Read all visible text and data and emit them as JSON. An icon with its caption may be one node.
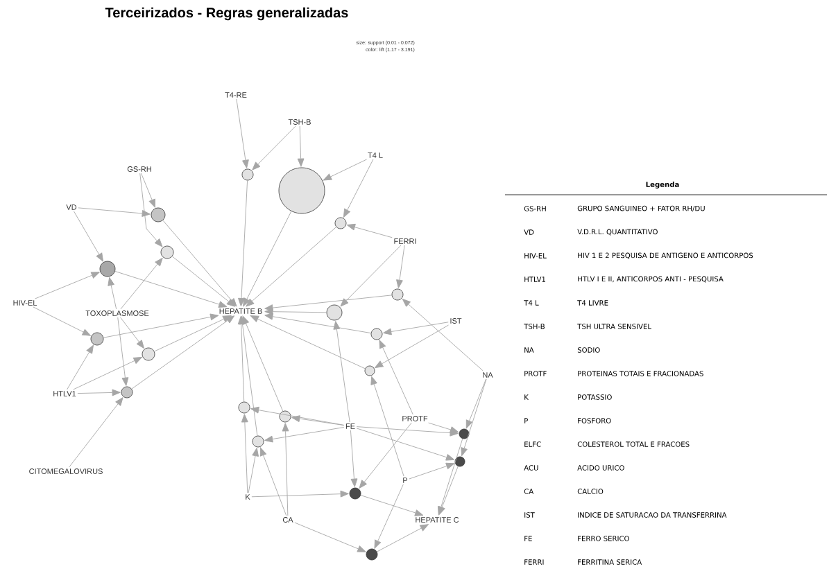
{
  "diagram": {
    "title": "Terceirizados - Regras generalizadas",
    "nodes": [
      {
        "text": [
          "T4-RE"
        ]
      },
      {
        "text": [
          "TSH-B"
        ]
      },
      {
        "text": [
          "T4 L"
        ]
      },
      {
        "text": [
          "GS-RH"
        ]
      },
      {
        "text": [
          "VD"
        ]
      },
      {
        "text": [
          "FERRI"
        ]
      },
      {
        "text": [
          "HIV-EL"
        ]
      },
      {
        "text": [
          "TOXOPLASMOSE"
        ]
      },
      {
        "text": [
          "HEPATITE B"
        ]
      },
      {
        "text": [
          "IST"
        ]
      },
      {
        "text": [
          "HTLV1"
        ]
      },
      {
        "text": [
          "NA"
        ]
      },
      {
        "text": [
          "PROTF"
        ]
      },
      {
        "text": [
          "FE"
        ]
      },
      {
        "text": [
          "CITOMEGALOVIRUS"
        ]
      },
      {
        "text": [
          "K"
        ]
      },
      {
        "text": [
          "P"
        ]
      },
      {
        "text": [
          "CA"
        ]
      },
      {
        "text": [
          "HEPATITE C"
        ]
      },
      {
        "text": [],
        "shape": "circle"
      },
      {
        "text": [],
        "shape": "circle"
      },
      {
        "text": [],
        "shape": "circle"
      },
      {
        "text": [],
        "shape": "circle"
      },
      {
        "text": [],
        "shape": "circle"
      },
      {
        "text": [],
        "shape": "circle"
      },
      {
        "text": [],
        "shape": "circle"
      },
      {
        "text": [],
        "shape": "circle"
      },
      {
        "text": [],
        "shape": "circle"
      },
      {
        "text": [],
        "shape": "circle"
      },
      {
        "text": [],
        "shape": "circle"
      },
      {
        "text": [],
        "shape": "circle"
      },
      {
        "text": [],
        "shape": "circle"
      },
      {
        "text": [],
        "shape": "circle"
      },
      {
        "text": [],
        "shape": "circle"
      },
      {
        "text": [],
        "shape": "circle"
      },
      {
        "text": [],
        "shape": "circle"
      },
      {
        "text": [],
        "shape": "circle"
      },
      {
        "text": [],
        "shape": "circle"
      },
      {
        "text": [],
        "shape": "circle"
      }
    ],
    "edges": [
      {
        "from": 0,
        "to": 19,
        "arrow": "to"
      },
      {
        "from": 1,
        "to": 19,
        "arrow": "to"
      },
      {
        "from": 19,
        "to": 8,
        "arrow": "to"
      },
      {
        "from": 1,
        "to": 20,
        "arrow": "to"
      },
      {
        "from": 2,
        "to": 20,
        "arrow": "to"
      },
      {
        "from": 20,
        "to": 8,
        "arrow": "to"
      },
      {
        "from": 2,
        "to": 21,
        "arrow": "to"
      },
      {
        "from": 5,
        "to": 21,
        "arrow": "to"
      },
      {
        "from": 21,
        "to": 8,
        "arrow": "to"
      },
      {
        "from": 3,
        "to": 22,
        "arrow": "to"
      },
      {
        "from": 4,
        "to": 22,
        "arrow": "to"
      },
      {
        "from": 22,
        "to": 8,
        "arrow": "to"
      },
      {
        "from": 3,
        "to": 23,
        "arrow": "to"
      },
      {
        "from": 7,
        "to": 23,
        "arrow": "to"
      },
      {
        "from": 23,
        "to": 8,
        "arrow": "to"
      },
      {
        "from": 4,
        "to": 24,
        "arrow": "to"
      },
      {
        "from": 6,
        "to": 24,
        "arrow": "to"
      },
      {
        "from": 7,
        "to": 24,
        "arrow": "to"
      },
      {
        "from": 24,
        "to": 8,
        "arrow": "to"
      },
      {
        "from": 6,
        "to": 25,
        "arrow": "to"
      },
      {
        "from": 10,
        "to": 25,
        "arrow": "to"
      },
      {
        "from": 25,
        "to": 8,
        "arrow": "to"
      },
      {
        "from": 7,
        "to": 26,
        "arrow": "to"
      },
      {
        "from": 10,
        "to": 26,
        "arrow": "to"
      },
      {
        "from": 26,
        "to": 8,
        "arrow": "to"
      },
      {
        "from": 7,
        "to": 27,
        "arrow": "to"
      },
      {
        "from": 10,
        "to": 27,
        "arrow": "to"
      },
      {
        "from": 14,
        "to": 27,
        "arrow": "to"
      },
      {
        "from": 27,
        "to": 8,
        "arrow": "to"
      },
      {
        "from": 5,
        "to": 28,
        "arrow": "to"
      },
      {
        "from": 11,
        "to": 28,
        "arrow": "to"
      },
      {
        "from": 28,
        "to": 8,
        "arrow": "to"
      },
      {
        "from": 5,
        "to": 29,
        "arrow": "to"
      },
      {
        "from": 13,
        "to": 29,
        "arrow": "to"
      },
      {
        "from": 29,
        "to": 8,
        "arrow": "to"
      },
      {
        "from": 9,
        "to": 30,
        "arrow": "to"
      },
      {
        "from": 12,
        "to": 30,
        "arrow": "to"
      },
      {
        "from": 30,
        "to": 8,
        "arrow": "to"
      },
      {
        "from": 9,
        "to": 31,
        "arrow": "to"
      },
      {
        "from": 16,
        "to": 31,
        "arrow": "to"
      },
      {
        "from": 31,
        "to": 8,
        "arrow": "to"
      },
      {
        "from": 13,
        "to": 32,
        "arrow": "to"
      },
      {
        "from": 15,
        "to": 32,
        "arrow": "to"
      },
      {
        "from": 32,
        "to": 8,
        "arrow": "to"
      },
      {
        "from": 13,
        "to": 33,
        "arrow": "to"
      },
      {
        "from": 17,
        "to": 33,
        "arrow": "to"
      },
      {
        "from": 33,
        "to": 8,
        "arrow": "to"
      },
      {
        "from": 13,
        "to": 34,
        "arrow": "to"
      },
      {
        "from": 15,
        "to": 34,
        "arrow": "to"
      },
      {
        "from": 17,
        "to": 34,
        "arrow": "to"
      },
      {
        "from": 34,
        "to": 8,
        "arrow": "to"
      },
      {
        "from": 13,
        "to": 35,
        "arrow": "to"
      },
      {
        "from": 12,
        "to": 35,
        "arrow": "to"
      },
      {
        "from": 11,
        "to": 35,
        "arrow": "to"
      },
      {
        "from": 35,
        "to": 18,
        "arrow": "to"
      },
      {
        "from": 13,
        "to": 36,
        "arrow": "to"
      },
      {
        "from": 16,
        "to": 36,
        "arrow": "to"
      },
      {
        "from": 11,
        "to": 36,
        "arrow": "to"
      },
      {
        "from": 36,
        "to": 18,
        "arrow": "to"
      },
      {
        "from": 13,
        "to": 37,
        "arrow": "to"
      },
      {
        "from": 15,
        "to": 37,
        "arrow": "to"
      },
      {
        "from": 12,
        "to": 37,
        "arrow": "to"
      },
      {
        "from": 37,
        "to": 18,
        "arrow": "to"
      },
      {
        "from": 17,
        "to": 38,
        "arrow": "to"
      },
      {
        "from": 16,
        "to": 38,
        "arrow": "to"
      },
      {
        "from": 38,
        "to": 18,
        "arrow": "to"
      }
    ],
    "labels": [
      "size: support (0.01 - 0.072)",
      "color: lift (1.17 - 3.191)",
      "Legenda",
      "GS-RH",
      "GRUPO SANGUINEO + FATOR RH/DU",
      "VD",
      "V.D.R.L. QUANTITATIVO",
      "HIV-EL",
      "HIV 1 E 2 PESQUISA DE ANTIGENO E ANTICORPOS",
      "HTLV1",
      "HTLV I E II, ANTICORPOS ANTI - PESQUISA",
      "T4 L",
      "T4 LIVRE",
      "TSH-B",
      "TSH ULTRA SENSIVEL",
      "NA",
      "SODIO",
      "PROTF",
      "PROTEINAS TOTAIS E FRACIONADAS",
      "K",
      "POTASSIO",
      "P",
      "FOSFORO",
      "ELFC",
      "COLESTEROL TOTAL E FRACOES",
      "ACU",
      "ACIDO URICO",
      "CA",
      "CALCIO",
      "IST",
      "INDICE DE SATURACAO DA TRANSFERRINA",
      "FE",
      "FERRO SERICO",
      "FERRI",
      "FERRITINA SERICA"
    ]
  }
}
